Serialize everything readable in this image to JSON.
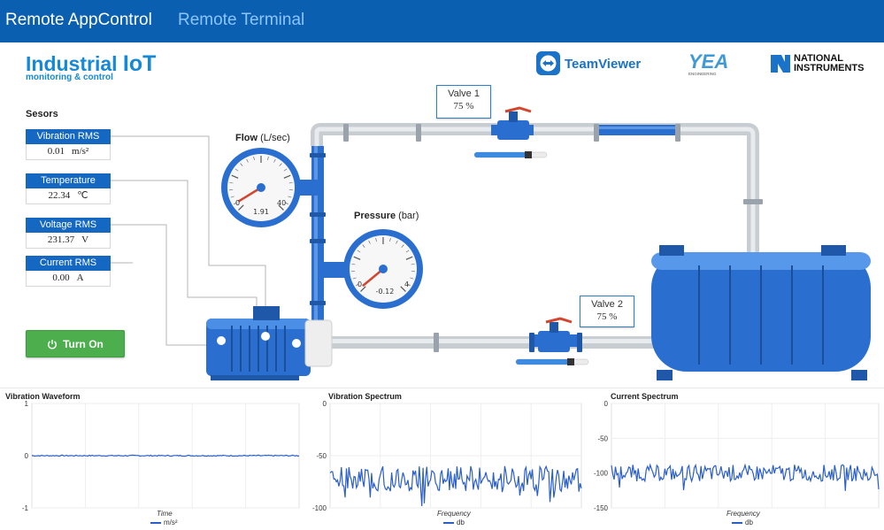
{
  "topbar": {
    "tab_active": "Remote AppControl",
    "tab_inactive": "Remote Terminal"
  },
  "brand": {
    "title_part1": "Industrial ",
    "title_part2": "IoT",
    "subtitle": "monitoring & control"
  },
  "logos": {
    "teamviewer": "TeamViewer",
    "yea": "YEA",
    "yea_sub": "ENGINEERING",
    "ni_line1": "NATIONAL",
    "ni_line2": "INSTRUMENTS"
  },
  "sensors": {
    "title": "Sesors",
    "items": [
      {
        "label": "Vibration RMS",
        "value": "0.01",
        "unit": "m/s²"
      },
      {
        "label": "Temperature",
        "value": "22.34",
        "unit": "℃"
      },
      {
        "label": "Voltage RMS",
        "value": "231.37",
        "unit": "V"
      },
      {
        "label": "Current RMS",
        "value": "0.00",
        "unit": "A"
      }
    ]
  },
  "controls": {
    "turn_on_label": "Turn On"
  },
  "gauges": {
    "flow": {
      "title": "Flow",
      "unit": "(L/sec)",
      "min": "0",
      "max": "40",
      "value": "1.91",
      "needle_fraction": 0.05
    },
    "pressure": {
      "title": "Pressure",
      "unit": "(bar)",
      "min": "0",
      "max": "4",
      "value": "-0.12",
      "needle_fraction": 0.02
    }
  },
  "valves": {
    "v1": {
      "name": "Valve 1",
      "value": "75 %",
      "slider_fraction": 0.75
    },
    "v2": {
      "name": "Valve 2",
      "value": "75 %",
      "slider_fraction": 0.75
    }
  },
  "colors": {
    "accent": "#1568c2",
    "topbar": "#0b5fb0",
    "pipe_blue": "#2a6fd0",
    "pipe_grey": "#c8cdd2",
    "green": "#4cae4c",
    "trace": "#2a5ec8"
  },
  "chart_data": [
    {
      "type": "line",
      "title": "Vibration Waveform",
      "xlabel": "Time",
      "ylabel": "",
      "ylim": [
        -1,
        1
      ],
      "yticks": [
        "1",
        "0",
        "-1"
      ],
      "series": [
        {
          "name": "m/s²",
          "mean": 0.0,
          "noise": 0.01
        }
      ],
      "grid": true
    },
    {
      "type": "line",
      "title": "Vibration Spectrum",
      "xlabel": "Frequency",
      "ylabel": "",
      "ylim": [
        -100,
        0
      ],
      "yticks": [
        "0",
        "-50",
        "-100"
      ],
      "series": [
        {
          "name": "db",
          "mean": -72,
          "noise": 12
        }
      ],
      "grid": true
    },
    {
      "type": "line",
      "title": "Current Spectrum",
      "xlabel": "Frequency",
      "ylabel": "",
      "ylim": [
        -150,
        0
      ],
      "yticks": [
        "0",
        "-50",
        "-100",
        "-150"
      ],
      "series": [
        {
          "name": "db",
          "mean": -100,
          "noise": 12
        }
      ],
      "grid": true
    }
  ]
}
